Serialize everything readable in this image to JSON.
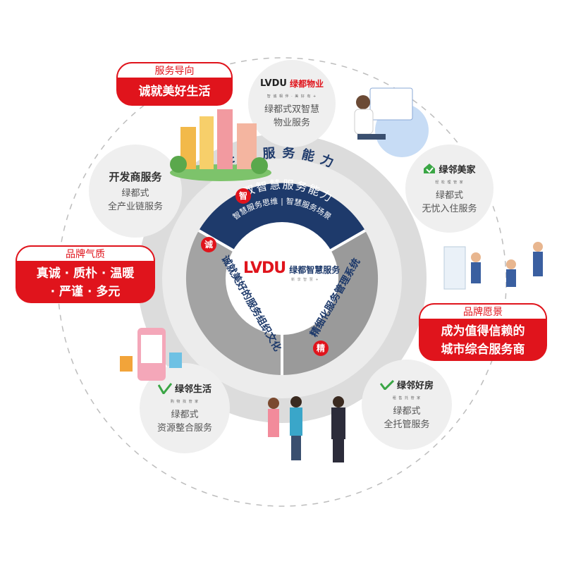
{
  "ring": {
    "label": "三大服务能力",
    "top": {
      "badge": "智",
      "title": "双智慧服务能力",
      "subtitle": "智慧服务思维 | 智慧服务场景"
    },
    "left": {
      "badge": "诚",
      "text": "诚就美好的服务组织文化"
    },
    "right": {
      "badge": "精",
      "text": "精细化服务管理系统"
    }
  },
  "center_logo": {
    "mark": "LVDU",
    "name": "绿都智慧服务",
    "tagline": "新 享 智 慧 +"
  },
  "bubbles": {
    "property": {
      "logo": "LVDU",
      "logo_cn": "绿都物业",
      "logo_sub": "智 诚 相 伴 · 美 好 有 +",
      "line1": "绿都式双智慧",
      "line2": "物业服务"
    },
    "meijia": {
      "logo": "绿邻美家",
      "logo_sub": "轻 松 理 管 家",
      "line1": "绿都式",
      "line2": "无忧入住服务"
    },
    "haofang": {
      "logo": "绿邻好房",
      "logo_sub": "租 售 托 管 家",
      "line1": "绿都式",
      "line2": "全托管服务"
    },
    "shenghuo": {
      "logo": "绿邻生活",
      "logo_sub": "购 物 找 管 家",
      "line1": "绿都式",
      "line2": "资源整合服务"
    },
    "developer": {
      "title": "开发商服务",
      "line1": "绿都式",
      "line2": "全产业链服务"
    }
  },
  "pills": {
    "service": {
      "head": "服务导向",
      "body": "诚就美好生活"
    },
    "brand": {
      "head": "品牌气质",
      "body1": "真诚 · 质朴 · 温暖",
      "body2": "· 严谨 · 多元"
    },
    "vision": {
      "head": "品牌愿景",
      "body1": "成为值得信赖的",
      "body2": "城市综合服务商"
    }
  },
  "colors": {
    "red": "#e0141c",
    "navy": "#1e3a6b",
    "gray_ring": "#d9d9d9",
    "sector_gray": "#9d9d9d",
    "green": "#3aa645",
    "bubble": "#efefef"
  }
}
